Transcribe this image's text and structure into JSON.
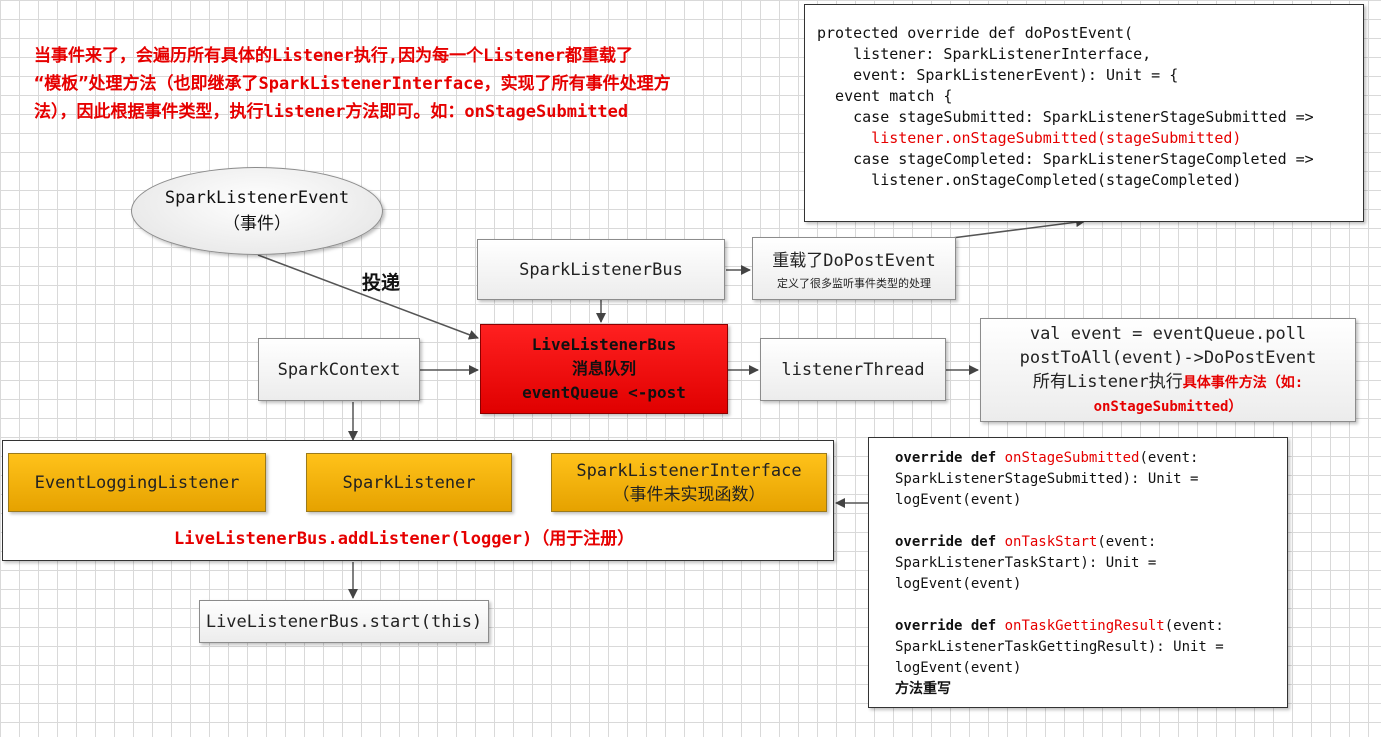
{
  "note": {
    "line1": "当事件来了，会遍历所有具体的Listener执行,因为每一个Listener都重载了",
    "line2": "“模板”处理方法（也即继承了SparkListenerInterface，实现了所有事件处理方",
    "line3": "法），因此根据事件类型，执行listener方法即可。如：onStageSubmitted"
  },
  "code_panel": {
    "l1": "protected override def doPostEvent(",
    "l2": "    listener: SparkListenerInterface,",
    "l3": "    event: SparkListenerEvent): Unit = {",
    "l4": "  event match {",
    "l5": "    case stageSubmitted: SparkListenerStageSubmitted =>",
    "l6": "      listener.onStageSubmitted(stageSubmitted)",
    "l7": "    case stageCompleted: SparkListenerStageCompleted =>",
    "l8": "      listener.onStageCompleted(stageCompleted)"
  },
  "event_ellipse": {
    "title": "SparkListenerEvent",
    "sub": "（事件）"
  },
  "deliver_label": "投递",
  "listener_bus": "SparkListenerBus",
  "override_box": {
    "title": "重载了DoPostEvent",
    "sub": "定义了很多监听事件类型的处理"
  },
  "spark_context": "SparkContext",
  "live_bus": {
    "l1": "LiveListenerBus",
    "l2": "消息队列",
    "l3": "eventQueue <-post"
  },
  "listener_thread": "listenerThread",
  "post_box": {
    "l1": "val event = eventQueue.poll",
    "l2": "postToAll(event)->DoPostEvent",
    "l3a": "所有Listener执行",
    "l3b": "具体事件方法（如:",
    "l4": "onStageSubmitted）"
  },
  "event_logging_listener": "EventLoggingListener",
  "spark_listener": "SparkListener",
  "listener_interface": {
    "title": "SparkListenerInterface",
    "sub": "（事件未实现函数）"
  },
  "add_listener": "LiveListenerBus.addListener(logger)（用于注册）",
  "start_box": "LiveListenerBus.start(this)",
  "overrides": {
    "kw": "override def",
    "m1_name": "onStageSubmitted",
    "m1_a": "(event:",
    "m1_b": "SparkListenerStageSubmitted): Unit =",
    "m1_c": "logEvent(event)",
    "m2_name": "onTaskStart",
    "m2_a": "(event:",
    "m2_b": "SparkListenerTaskStart): Unit =",
    "m2_c": "logEvent(event)",
    "m3_name": "onTaskGettingResult",
    "m3_a": "(event:",
    "m3_b": "SparkListenerTaskGettingResult): Unit =",
    "m3_c": "logEvent(event)",
    "footer": "方法重写"
  },
  "colors": {
    "accent_red": "#e60000",
    "orange": "#f2b100",
    "bus_red": "#ee0000"
  }
}
